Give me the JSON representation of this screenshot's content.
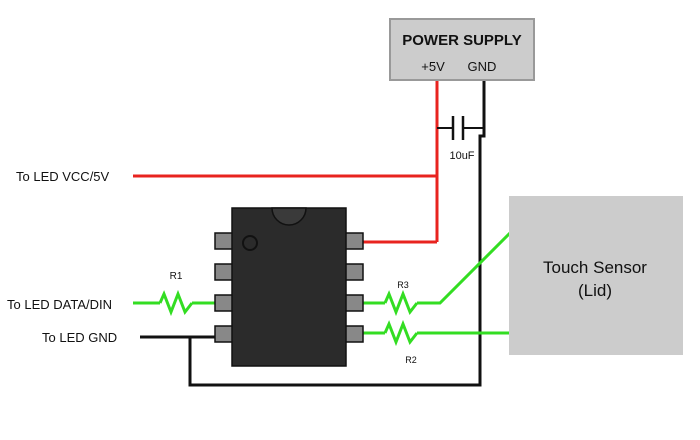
{
  "power_supply": {
    "title": "POWER SUPPLY",
    "pos_label": "+5V",
    "gnd_label": "GND"
  },
  "capacitor": {
    "label": "10uF"
  },
  "resistors": {
    "r1": "R1",
    "r2": "R2",
    "r3": "R3"
  },
  "connections": {
    "vcc": "To LED VCC/5V",
    "data": "To LED DATA/DIN",
    "gnd": "To LED GND"
  },
  "touch_sensor": {
    "line1": "Touch Sensor",
    "line2": "(Lid)"
  },
  "colors": {
    "power_wire": "#e8231f",
    "signal_wire": "#33dd22",
    "ground_wire": "#111111",
    "chip_body": "#2b2b2b",
    "chip_pin": "#888888",
    "box_fill": "#cccccc",
    "box_stroke": "#999999"
  }
}
